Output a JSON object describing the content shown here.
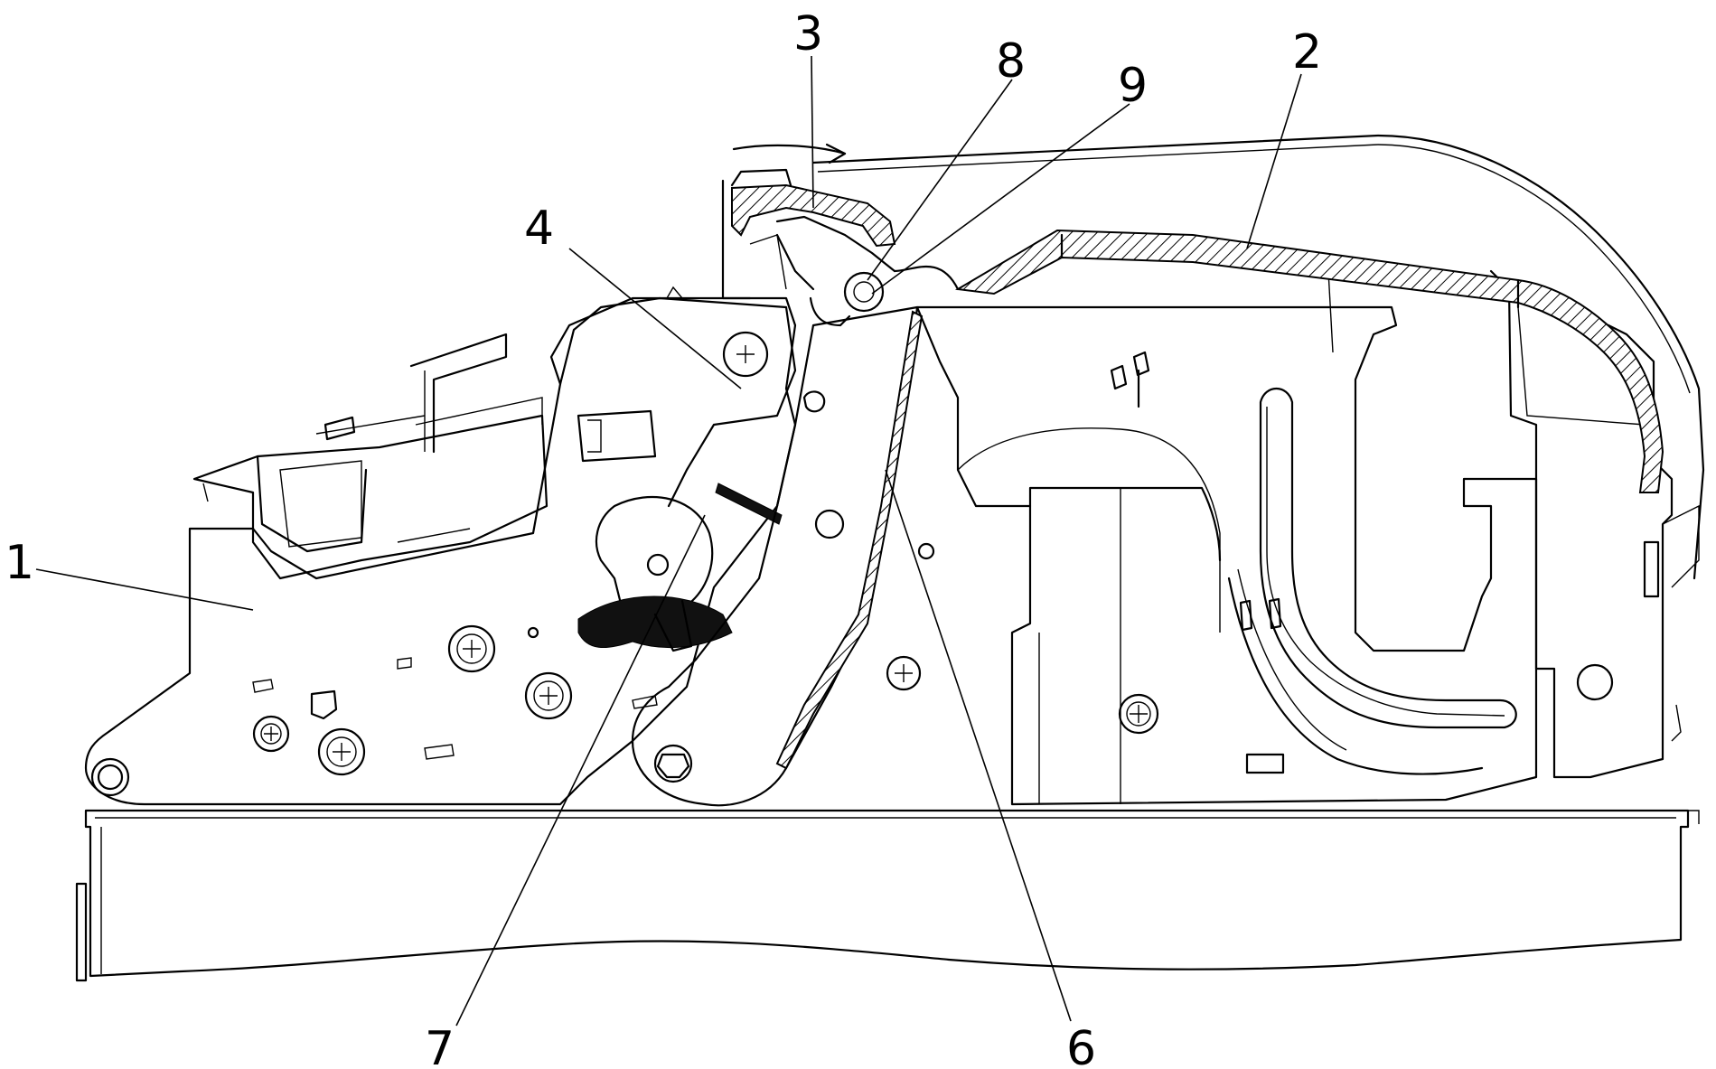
{
  "callouts": [
    {
      "id": "1",
      "text": "1"
    },
    {
      "id": "2",
      "text": "2"
    },
    {
      "id": "3",
      "text": "3"
    },
    {
      "id": "4",
      "text": "4"
    },
    {
      "id": "6",
      "text": "6"
    },
    {
      "id": "7",
      "text": "7"
    },
    {
      "id": "8",
      "text": "8"
    },
    {
      "id": "9",
      "text": "9"
    }
  ],
  "colors": {
    "line": "#000000",
    "background": "#ffffff"
  }
}
